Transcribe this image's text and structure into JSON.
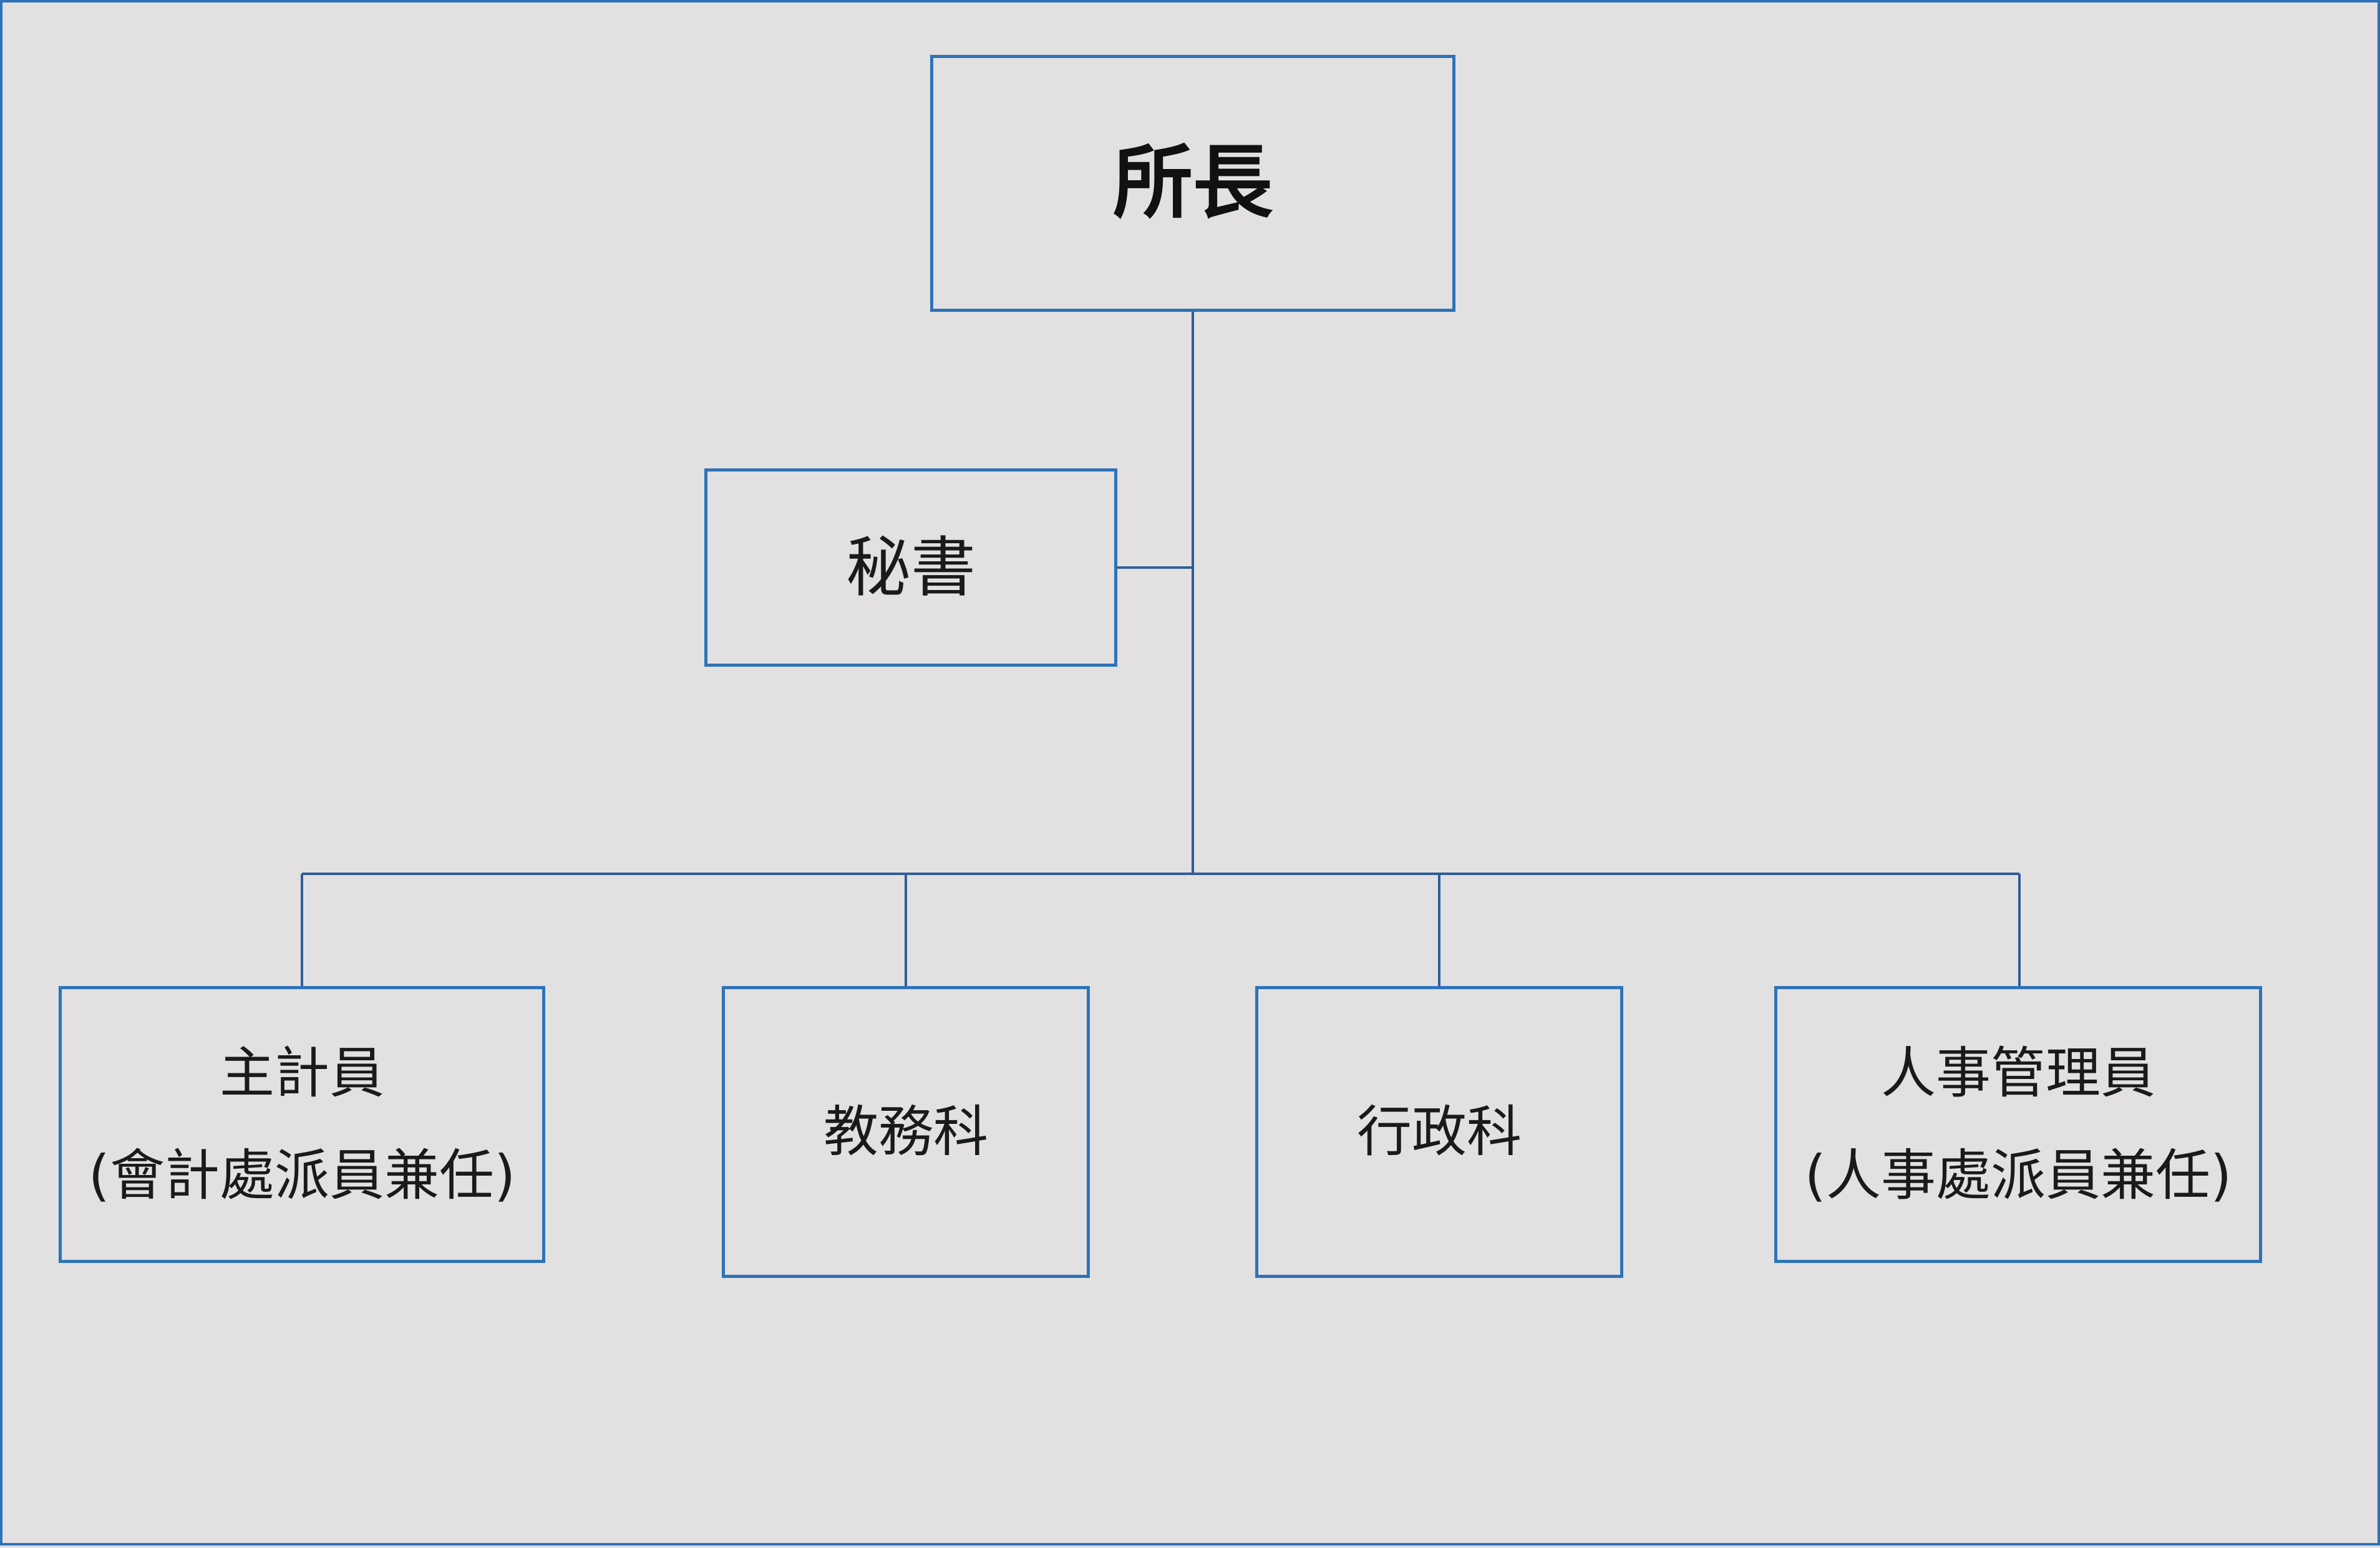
{
  "org_chart": {
    "director": {
      "label": "所長"
    },
    "secretary": {
      "label": "秘書"
    },
    "units": [
      {
        "label": "主計員",
        "note": "(會計處派員兼任)"
      },
      {
        "label": "教務科"
      },
      {
        "label": "行政科"
      },
      {
        "label": "人事管理員",
        "note": "(人事處派員兼任)"
      }
    ]
  },
  "colors": {
    "background": "#e2e0e1",
    "box_border": "#2d73b8",
    "connector": "#2e5d99"
  }
}
